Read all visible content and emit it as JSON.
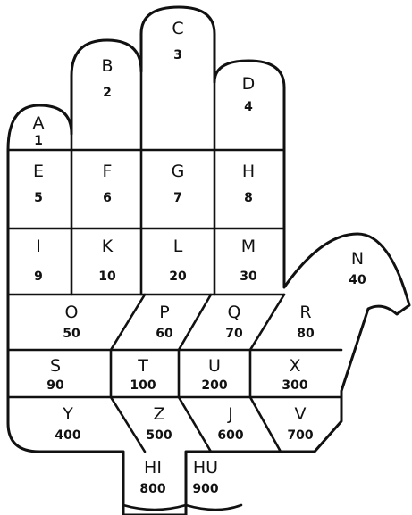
{
  "cells": [
    {
      "id": "a",
      "letter": "A",
      "number": "1"
    },
    {
      "id": "b",
      "letter": "B",
      "number": "2"
    },
    {
      "id": "c",
      "letter": "C",
      "number": "3"
    },
    {
      "id": "d",
      "letter": "D",
      "number": "4"
    },
    {
      "id": "e",
      "letter": "E",
      "number": "5"
    },
    {
      "id": "f",
      "letter": "F",
      "number": "6"
    },
    {
      "id": "g",
      "letter": "G",
      "number": "7"
    },
    {
      "id": "h",
      "letter": "H",
      "number": "8"
    },
    {
      "id": "i",
      "letter": "I",
      "number": "9"
    },
    {
      "id": "k",
      "letter": "K",
      "number": "10"
    },
    {
      "id": "l",
      "letter": "L",
      "number": "20"
    },
    {
      "id": "m",
      "letter": "M",
      "number": "30"
    },
    {
      "id": "n",
      "letter": "N",
      "number": "40"
    },
    {
      "id": "o",
      "letter": "O",
      "number": "50"
    },
    {
      "id": "p",
      "letter": "P",
      "number": "60"
    },
    {
      "id": "q",
      "letter": "Q",
      "number": "70"
    },
    {
      "id": "r",
      "letter": "R",
      "number": "80"
    },
    {
      "id": "s",
      "letter": "S",
      "number": "90"
    },
    {
      "id": "t",
      "letter": "T",
      "number": "100"
    },
    {
      "id": "u",
      "letter": "U",
      "number": "200"
    },
    {
      "id": "x",
      "letter": "X",
      "number": "300"
    },
    {
      "id": "y",
      "letter": "Y",
      "number": "400"
    },
    {
      "id": "z",
      "letter": "Z",
      "number": "500"
    },
    {
      "id": "j",
      "letter": "J",
      "number": "600"
    },
    {
      "id": "v",
      "letter": "V",
      "number": "700"
    },
    {
      "id": "hi",
      "letter": "HI",
      "number": "800"
    },
    {
      "id": "hu",
      "letter": "HU",
      "number": "900"
    }
  ],
  "colors": {
    "ink": "#111111",
    "paper": "#ffffff"
  }
}
